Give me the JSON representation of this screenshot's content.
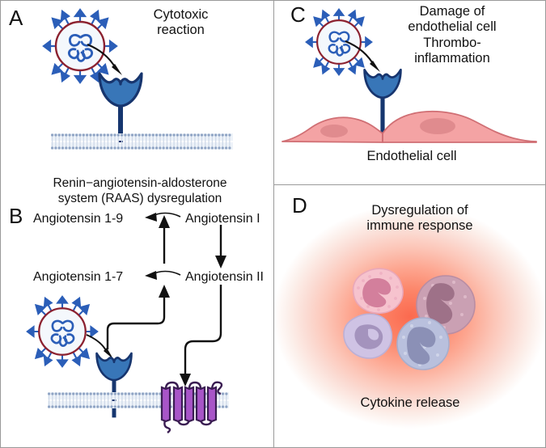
{
  "figure": {
    "panels": [
      {
        "letter": "A",
        "title": "Cytotoxic\nreaction",
        "title_line1": "Cytotoxic",
        "title_line2": "reaction",
        "elements": [
          "sars-cov-2-virion",
          "binding-arrow",
          "ace2-receptor",
          "lipid-bilayer-membrane"
        ]
      },
      {
        "letter": "B",
        "section_title_line1": "Renin−angiotensin-aldosterone",
        "section_title_line2": "system (RAAS) dysregulation",
        "nodes": [
          {
            "id": "ang1-9",
            "label": "Angiotensin 1-9"
          },
          {
            "id": "ang1",
            "label": "Angiotensin I"
          },
          {
            "id": "ang1-7",
            "label": "Angiotensin 1-7"
          },
          {
            "id": "ang2",
            "label": "Angiotensin II"
          }
        ],
        "elements": [
          "sars-cov-2-virion",
          "ace2-receptor",
          "lipid-bilayer-membrane",
          "at1-gpcr-receptor"
        ]
      },
      {
        "letter": "C",
        "title_line1": "Damage of",
        "title_line2": "endothelial cell",
        "title_line3": "Thrombo-",
        "title_line4": "inflammation",
        "caption": "Endothelial cell",
        "elements": [
          "sars-cov-2-virion",
          "binding-arrow",
          "ace2-receptor",
          "endothelial-cells"
        ]
      },
      {
        "letter": "D",
        "title_line1": "Dysregulation of",
        "title_line2": "immune response",
        "caption": "Cytokine release",
        "elements": [
          "leukocyte-neutrophil",
          "leukocyte-monocyte",
          "leukocyte-lymphocyte",
          "leukocyte-granulocyte",
          "inflammation-glow"
        ]
      }
    ]
  },
  "colors": {
    "virion_envelope": "#8c2230",
    "virion_interior": "#f2f7fc",
    "virion_spike": "#2b5eb8",
    "virion_rna": "#2b5eb8",
    "ace2_fill": "#3876b8",
    "ace2_outline": "#17356e",
    "ace2_stem": "#16366f",
    "membrane_head": "#8fa4c4",
    "membrane_tail": "#dfe7f1",
    "gpcr_fill": "#a855c8",
    "gpcr_outline": "#3a1d52",
    "endothelial_fill": "#f4a3a4",
    "endothelial_outline": "#d06f74",
    "endothelial_nucleus": "#e08b8e",
    "arrow": "#111111",
    "text": "#111111",
    "glow_center": "#fb6a4f",
    "panel_border": "#9a9a9a"
  }
}
